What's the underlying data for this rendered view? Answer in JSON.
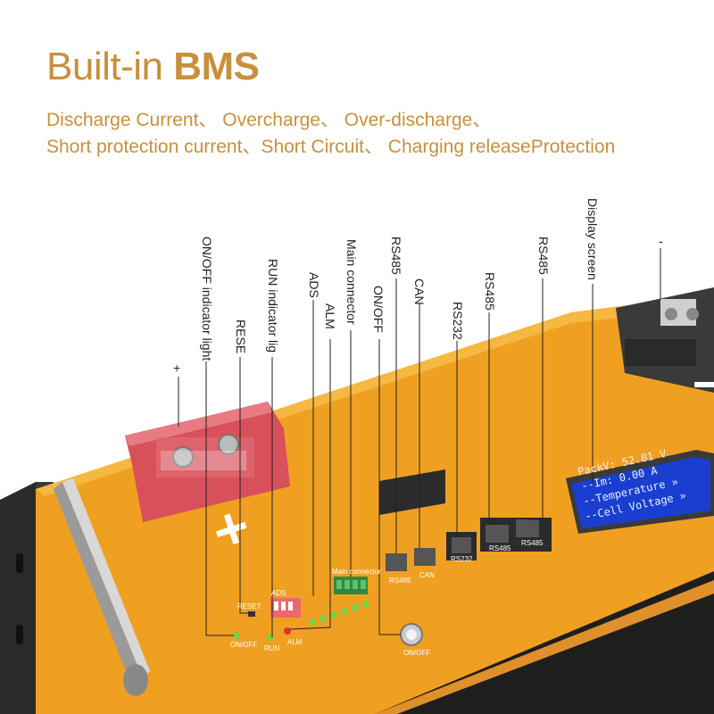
{
  "heading": {
    "title_regular": "Built-in ",
    "title_bold": "BMS",
    "line1": "Discharge Current、 Overcharge、 Over-discharge、",
    "line2": "Short protection current、Short Circuit、 Charging releaseProtection"
  },
  "callouts": {
    "onoff_indicator": "ON/OFF indicator light",
    "reset": "RESE",
    "run_indicator": "RUN indicator lig",
    "ads": "ADS",
    "alm": "ALM",
    "main_connector": "Main connector",
    "onoff": "ON/OFF",
    "rs485_a": "RS485",
    "can": "CAN",
    "rs232": "RS232",
    "rs485_b": "RS485",
    "rs485_c": "RS485",
    "display": "Display screen",
    "plus_terminal": "+",
    "minus_terminal": "-"
  },
  "panel_labels": {
    "onoff_led": "ON/OFF",
    "reset": "RESET",
    "run": "RUN",
    "alm": "ALM",
    "ads": "ADS",
    "main_connector": "Main  connector",
    "onoff_button": "ON/OFF",
    "rs485_port": "RS485",
    "can_port": "CAN",
    "rs232_port": "RS232",
    "rs485_port_b": "RS485",
    "rs485_port_c": "RS485"
  },
  "lcd": {
    "line1": "PackV:  52.81 V",
    "line2": "--Im:     0.00 A",
    "line3": "--Temperature »",
    "line4": "--Cell Voltage »"
  },
  "colors": {
    "accent_text": "#c8903c",
    "panel_orange": "#f0a020",
    "lcd_blue": "#1a3fd0",
    "terminal_red": "#d8505a",
    "terminal_dark": "#3a3a3a"
  }
}
